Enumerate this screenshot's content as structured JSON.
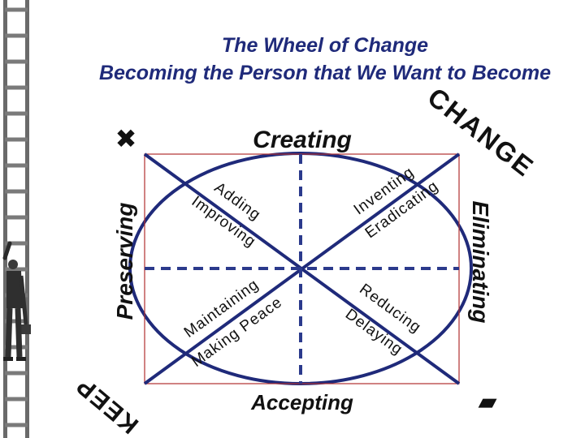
{
  "title": {
    "line1": "The Wheel of Change",
    "line2": "Becoming the Person that We Want to Become"
  },
  "axis_labels": {
    "top": "Creating",
    "bottom": "Accepting",
    "left": "Preserving",
    "right": "Eliminating"
  },
  "corner_labels": {
    "top_right": "CHANGE",
    "bottom_left": "KEEP"
  },
  "quadrant_labels": {
    "top_left": [
      "Adding",
      "Improving"
    ],
    "top_right": [
      "Inventing",
      "Eradicating"
    ],
    "bottom_left": [
      "Maintaining",
      "Making Peace"
    ],
    "bottom_right": [
      "Reducing",
      "Delaying"
    ]
  },
  "icons": [
    "ladder-icon",
    "businessman-icon",
    "x-mark-icon",
    "check-mark-icon"
  ],
  "colors": {
    "title": "#1f2a7a",
    "ellipse": "#1f2a7a",
    "cross": "#2b3a8c",
    "box": "#b03030",
    "text": "#111111"
  }
}
